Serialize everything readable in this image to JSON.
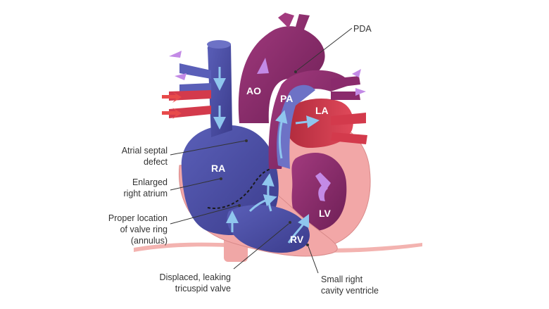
{
  "chambers": {
    "ra": "RA",
    "ao": "AO",
    "pa": "PA",
    "la": "LA",
    "lv": "LV",
    "rv": "RV"
  },
  "labels": {
    "pda": "PDA",
    "asd": [
      "Atrial septal",
      "defect"
    ],
    "enlarged_ra": [
      "Enlarged",
      "right atrium"
    ],
    "valve_ring": [
      "Proper location",
      "of valve ring",
      "(annulus)"
    ],
    "tricuspid": [
      "Displaced, leaking",
      "tricuspid valve"
    ],
    "small_rv": [
      "Small right",
      "cavity ventricle"
    ]
  },
  "colors": {
    "deoxygenated": "#4b4ea6",
    "oxygenated": "#c9354a",
    "mixed": "#8a2a6c",
    "muscle": "#f2a7a7",
    "flow_arrow_blue": "#8fc6ee",
    "flow_arrow_purple": "#c38ae6",
    "flow_arrow_red": "#e84a4a"
  }
}
